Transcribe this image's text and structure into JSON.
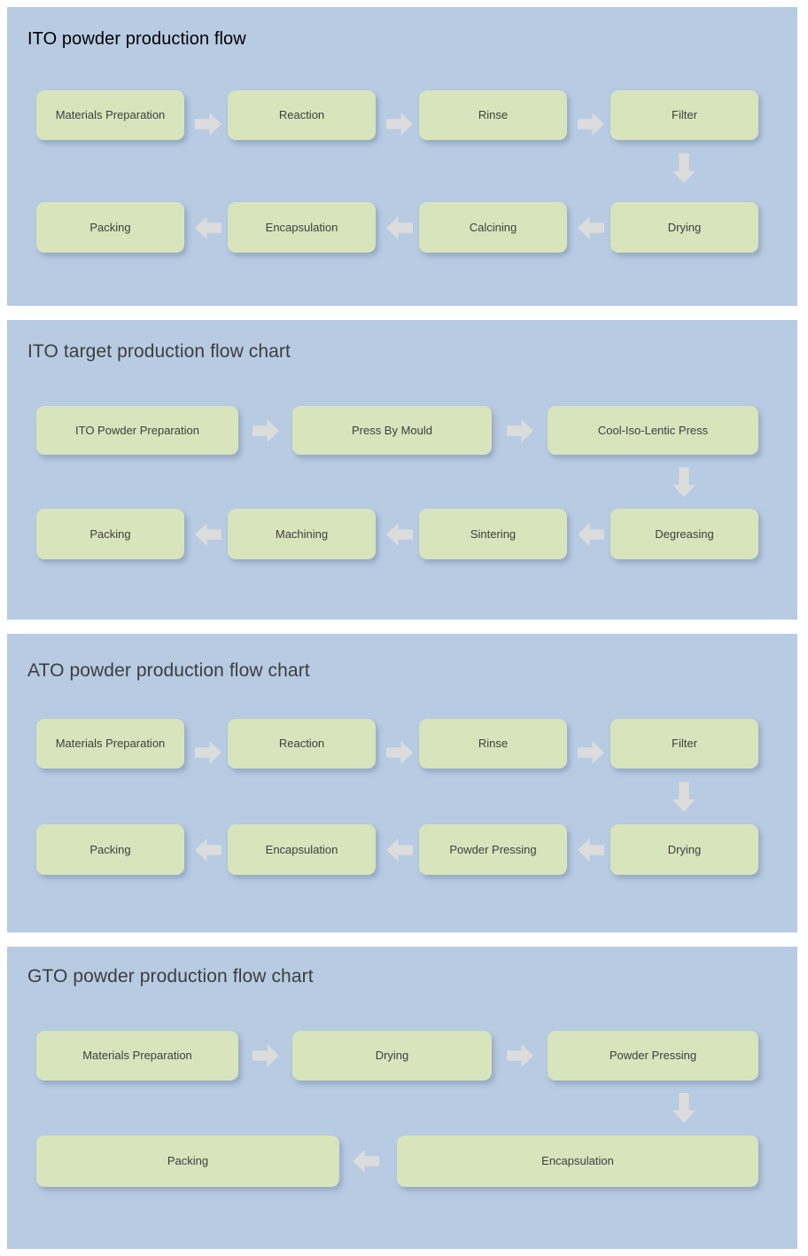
{
  "page": {
    "background": "#ffffff",
    "panel_color": "#b7cbe3",
    "node_color": "#d8e4bc",
    "arrow_color": "#dcdcdc",
    "node_text_color": "#3f3f3f"
  },
  "panels": [
    {
      "id": "ito-powder",
      "title": "ITO powder production flow",
      "title_style": "dark",
      "row1": [
        {
          "label": "Materials Preparation"
        },
        {
          "label": "Reaction"
        },
        {
          "label": "Rinse"
        },
        {
          "label": "Filter"
        }
      ],
      "row2": [
        {
          "label": "Packing"
        },
        {
          "label": "Encapsulation"
        },
        {
          "label": "Calcining"
        },
        {
          "label": "Drying"
        }
      ],
      "arrows_row1": [
        "right-arrow-icon",
        "right-arrow-icon",
        "right-arrow-icon"
      ],
      "arrows_row2": [
        "left-arrow-icon",
        "left-arrow-icon",
        "left-arrow-icon"
      ],
      "connector": "down-arrow-icon"
    },
    {
      "id": "ito-target",
      "title": "ITO target production flow chart",
      "title_style": "gray",
      "row1": [
        {
          "label": "ITO Powder Preparation"
        },
        {
          "label": "Press By Mould"
        },
        {
          "label": "Cool-Iso-Lentic Press"
        }
      ],
      "row2": [
        {
          "label": "Packing"
        },
        {
          "label": "Machining"
        },
        {
          "label": "Sintering"
        },
        {
          "label": "Degreasing"
        }
      ],
      "arrows_row1": [
        "right-arrow-icon",
        "right-arrow-icon"
      ],
      "arrows_row2": [
        "left-arrow-icon",
        "left-arrow-icon",
        "left-arrow-icon"
      ],
      "connector": "down-arrow-icon"
    },
    {
      "id": "ato-powder",
      "title": "ATO powder production flow chart",
      "title_style": "gray",
      "row1": [
        {
          "label": "Materials Preparation"
        },
        {
          "label": "Reaction"
        },
        {
          "label": "Rinse"
        },
        {
          "label": "Filter"
        }
      ],
      "row2": [
        {
          "label": "Packing"
        },
        {
          "label": "Encapsulation"
        },
        {
          "label": "Powder Pressing"
        },
        {
          "label": "Drying"
        }
      ],
      "arrows_row1": [
        "right-arrow-icon",
        "right-arrow-icon",
        "right-arrow-icon"
      ],
      "arrows_row2": [
        "left-arrow-icon",
        "left-arrow-icon",
        "left-arrow-icon"
      ],
      "connector": "down-arrow-icon"
    },
    {
      "id": "gto-powder",
      "title": "GTO powder production flow chart",
      "title_style": "gray",
      "row1": [
        {
          "label": "Materials Preparation"
        },
        {
          "label": "Drying"
        },
        {
          "label": "Powder Pressing"
        }
      ],
      "row2": [
        {
          "label": "Packing"
        },
        {
          "label": "Encapsulation"
        }
      ],
      "arrows_row1": [
        "right-arrow-icon",
        "right-arrow-icon"
      ],
      "arrows_row2": [
        "left-arrow-icon"
      ],
      "connector": "down-arrow-icon"
    }
  ]
}
